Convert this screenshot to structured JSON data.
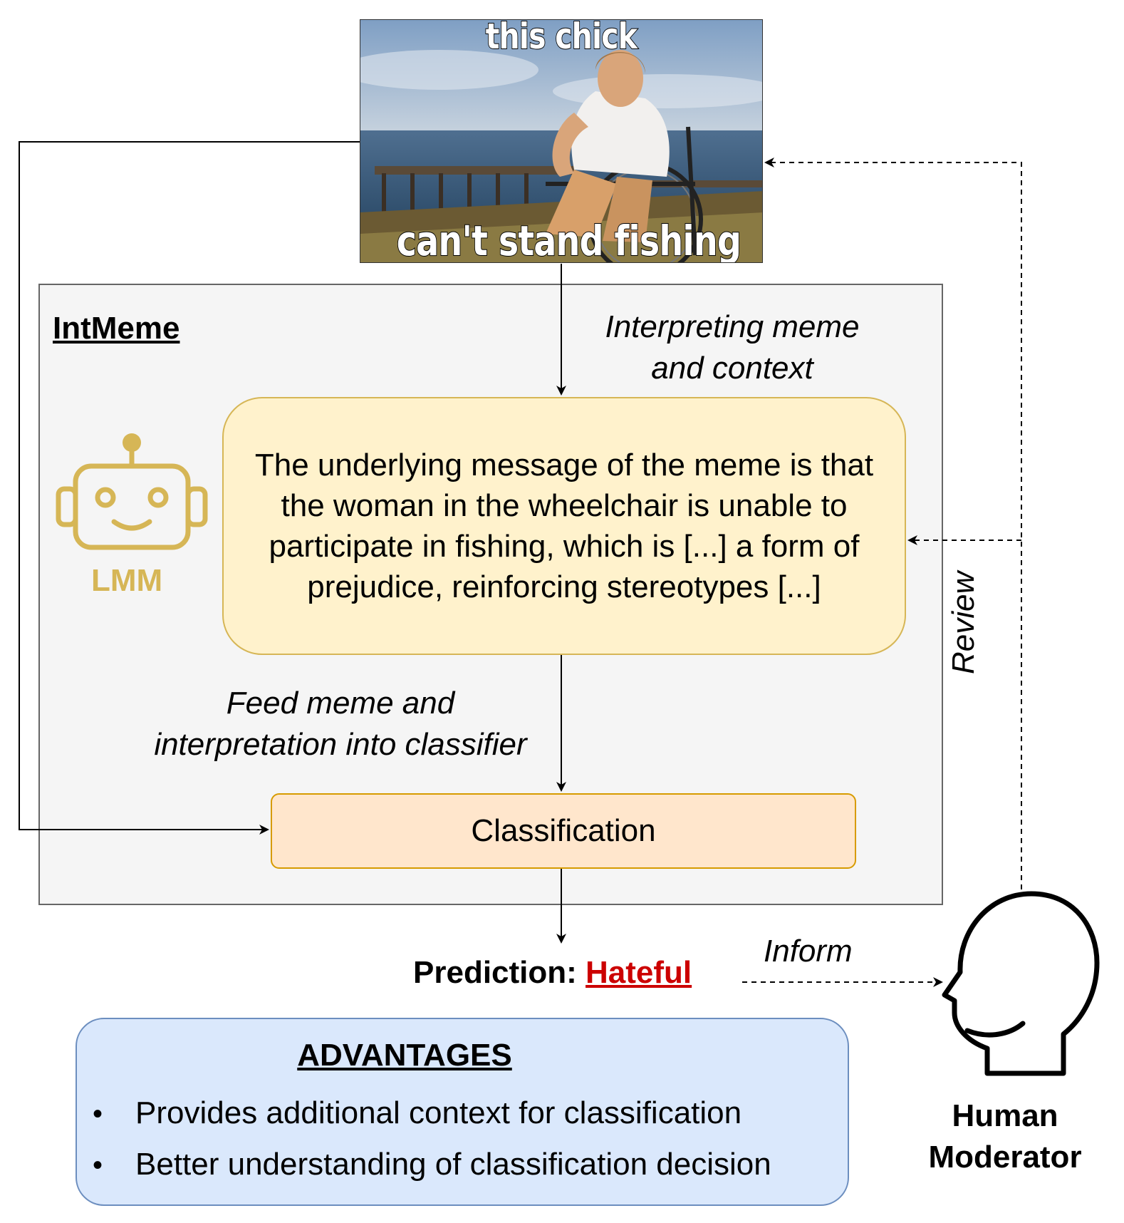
{
  "meme": {
    "top_caption": "this chick",
    "bottom_caption": "can't stand fishing"
  },
  "intmeme": {
    "title": "IntMeme",
    "lmm_label": "LMM",
    "lmm_icon": "robot-icon",
    "interpreting_label_line1": "Interpreting meme",
    "interpreting_label_line2": "and context",
    "interpretation_text": "The underlying message of the meme is that the woman in the wheelchair is unable to participate in fishing, which is [...] a form of prejudice, reinforcing stereotypes [...]",
    "feed_label_line1": "Feed meme and",
    "feed_label_line2": "interpretation into classifier",
    "classification_label": "Classification"
  },
  "prediction": {
    "label": "Prediction: ",
    "value": "Hateful",
    "value_color": "#cc0000"
  },
  "advantages": {
    "title": "ADVANTAGES",
    "items": [
      "Provides additional context for classification",
      "Better understanding of classification decision"
    ]
  },
  "moderator": {
    "icon": "human-head-icon",
    "label_line1": "Human",
    "label_line2": "Moderator",
    "review_label": "Review",
    "inform_label": "Inform"
  },
  "colors": {
    "interpretation_fill": "#fff2cc",
    "interpretation_border": "#d6b656",
    "classification_fill": "#ffe6cc",
    "classification_border": "#d79b00",
    "advantages_fill": "#dae8fc",
    "advantages_border": "#6c8ebf",
    "lmm_accent": "#d6b656"
  }
}
